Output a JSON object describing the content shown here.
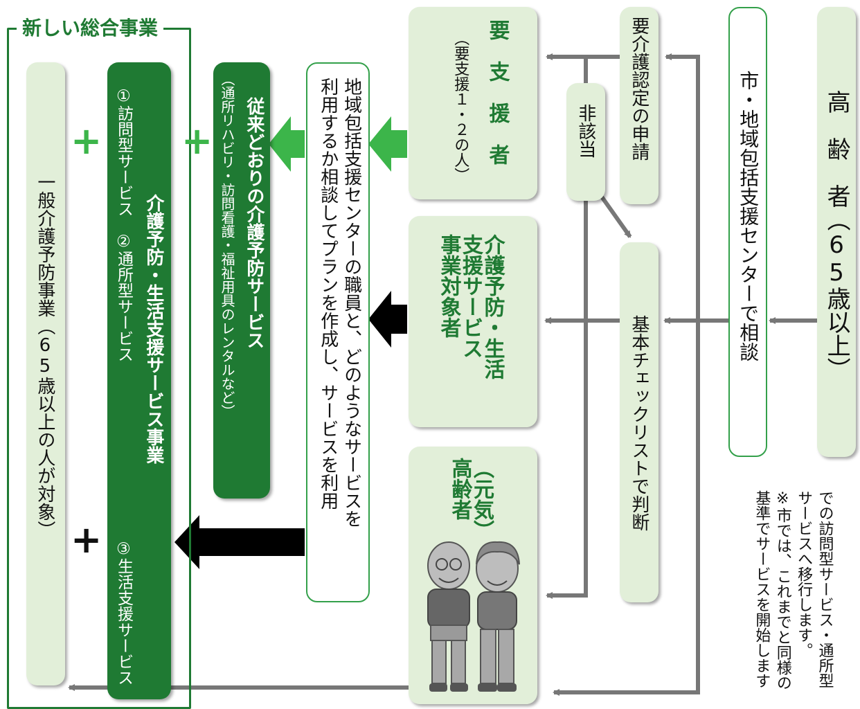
{
  "frame": {
    "title": "新しい総合事業"
  },
  "elderly": {
    "label": "高　齢　者（65歳以上）"
  },
  "consult": {
    "label": "市・地域包括支援センターで相談"
  },
  "care_application": {
    "label": "要介護認定の申請"
  },
  "not_applicable": {
    "label": "非該当"
  },
  "checklist": {
    "label": "基本チェックリストで判断"
  },
  "support_needed": {
    "title": "要　支　援　者",
    "note": "（要支援１・２の人）"
  },
  "prevention_target": {
    "title_lines": [
      "介護予防・生活",
      "支援サービス",
      "事業対象者"
    ]
  },
  "healthy_elderly": {
    "title_lines": [
      "（元気）",
      "高齢者"
    ]
  },
  "plan": {
    "lines": [
      "地域包括支援センターの職員と、どのようなサービスを",
      "利用するか相談してプランを作成し、サービスを利用"
    ]
  },
  "conventional": {
    "title": "従来どおりの介護予防サービス",
    "note": "（通所リハビリ・訪問看護・福祉用具のレンタルなど）"
  },
  "prevention_business": {
    "title": "介護予防・生活支援サービス事業",
    "col1": "①訪問型サービス　②通所型サービス",
    "col2": "③生活支援サービス"
  },
  "general": {
    "label": "一般介護予防事業（65歳以上の人が対象）"
  },
  "plus": {
    "sign": "+"
  },
  "footnote": {
    "lines": [
      "での訪問型サービス・通所型",
      "サービスへ移行します。",
      "※市では、これまでと同様の",
      "基準でサービスを開始します"
    ]
  },
  "colors": {
    "green": "#33a04a",
    "dark_green": "#1f7a33",
    "light_green": "#e2efd9",
    "arrow_gray": "#777777"
  }
}
